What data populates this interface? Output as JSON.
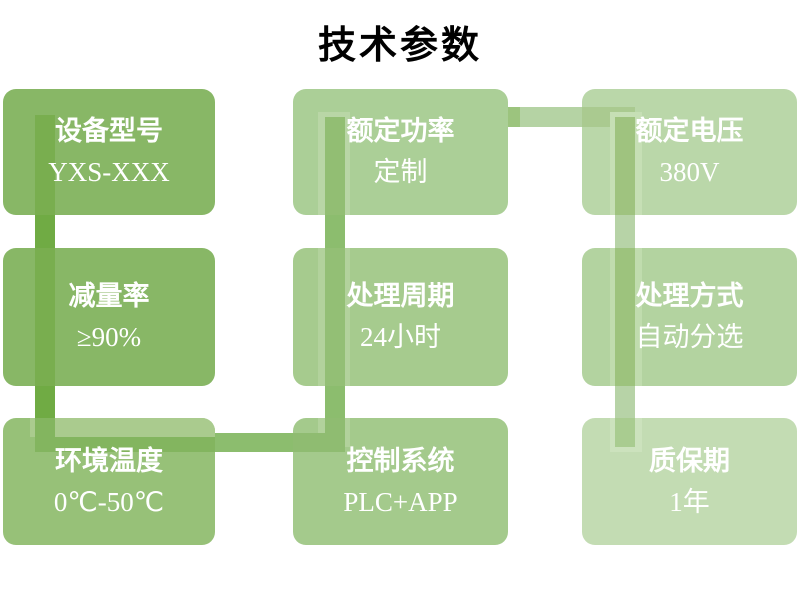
{
  "title": "技术参数",
  "boxes": [
    {
      "id": "device-model",
      "label": "设备型号",
      "value": "YXS-XXX"
    },
    {
      "id": "rated-power",
      "label": "额定功率",
      "value": "定制"
    },
    {
      "id": "rated-voltage",
      "label": "额定电压",
      "value": "380V"
    },
    {
      "id": "reduction-rate",
      "label": "减量率",
      "value": "≥90%"
    },
    {
      "id": "processing-cycle",
      "label": "处理周期",
      "value": "24小时"
    },
    {
      "id": "processing-method",
      "label": "处理方式",
      "value": "自动分选"
    },
    {
      "id": "ambient-temperature",
      "label": "环境温度",
      "value": "0℃-50℃"
    },
    {
      "id": "control-system",
      "label": "控制系统",
      "value": "PLC+APP"
    },
    {
      "id": "warranty-period",
      "label": "质保期",
      "value": "1年"
    }
  ],
  "colors": {
    "background": "#ffffff",
    "title_text": "#000000",
    "box_text": "#ffffff",
    "box_fills": [
      "#88b766",
      "#abcf97",
      "#bad7a9",
      "#88b766",
      "#a6cb8e",
      "#b3d3a0",
      "#97c178",
      "#a4ca8c",
      "#c3dcb3"
    ],
    "connector": {
      "v1": "#70ab44",
      "h1": "#8cbd6e",
      "v2": "#8cbd6e",
      "h2_start": "#9cc47e",
      "h2_end": "#b5d3a4",
      "v3": "#b7d3a7"
    }
  }
}
